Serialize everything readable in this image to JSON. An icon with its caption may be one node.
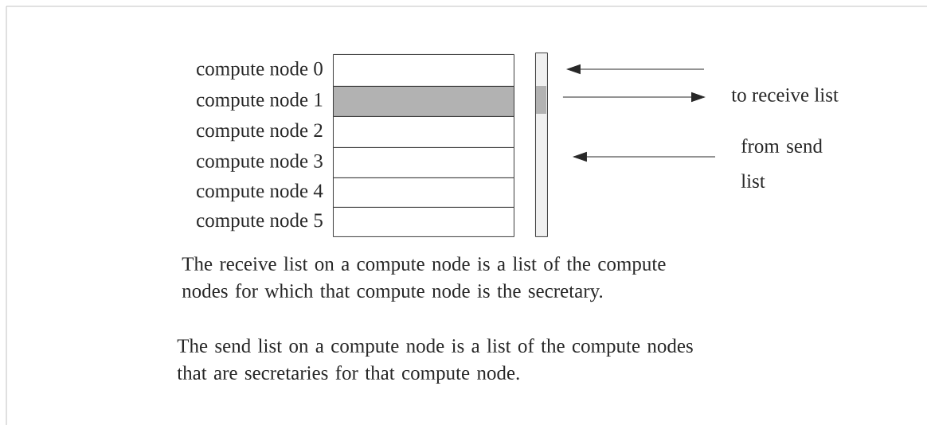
{
  "diagram": {
    "nodes": [
      {
        "text": [
          "compute node 0"
        ]
      },
      {
        "text": [
          "compute node 1"
        ]
      },
      {
        "text": [
          "compute node 2"
        ]
      },
      {
        "text": [
          "compute node 3"
        ]
      },
      {
        "text": [
          "compute node 4"
        ]
      },
      {
        "text": [
          "compute node 5"
        ]
      },
      {
        "text": [],
        "shape": "bar"
      },
      {
        "text": [
          "to receive list"
        ]
      },
      {
        "text": [
          "from send list"
        ]
      }
    ],
    "edges": [
      {
        "from": null,
        "to": 6,
        "arrow": "to"
      },
      {
        "from": 6,
        "to": 7,
        "arrow": "to"
      },
      {
        "from": 8,
        "to": 6,
        "arrow": "to"
      }
    ],
    "labels": [
      "The receive list on a compute node is a list of the compute nodes for which that compute node is the secretary.",
      "The send list on a compute node is a list of the compute nodes that are secretaries for that compute node."
    ]
  }
}
